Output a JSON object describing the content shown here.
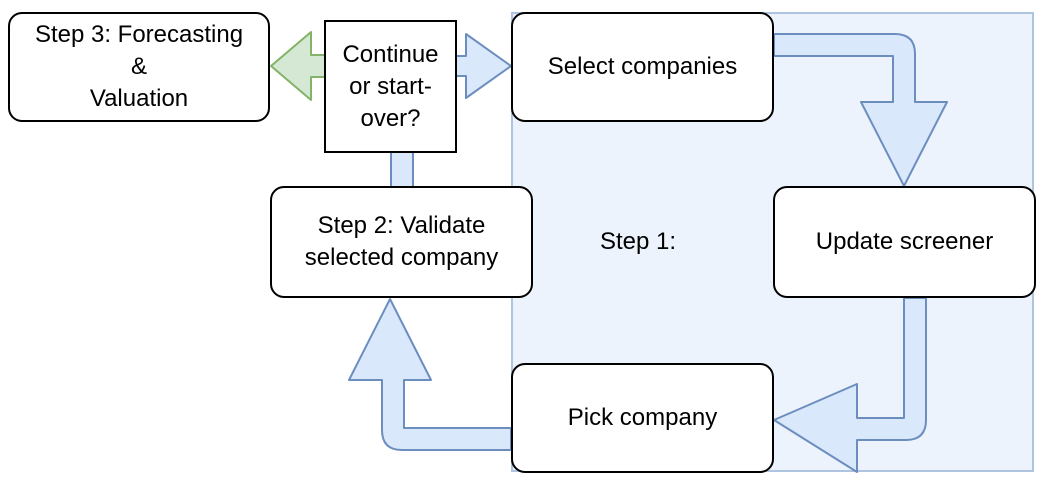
{
  "diagram": {
    "region_label": "Step 1:",
    "nodes": {
      "forecasting": "Step 3: Forecasting\n&\nValuation",
      "decision": "Continue\nor start-\nover?",
      "select": "Select companies",
      "update": "Update screener",
      "validate": "Step 2: Validate\nselected company",
      "pick": "Pick company"
    }
  },
  "colors": {
    "region_fill": "#edf3fc",
    "region_border": "#aec4e0",
    "flow_arrow_fill": "#dae8fc",
    "flow_arrow_stroke": "#6c8ebf",
    "exit_arrow_fill": "#d5e8d4",
    "exit_arrow_stroke": "#82b366"
  }
}
